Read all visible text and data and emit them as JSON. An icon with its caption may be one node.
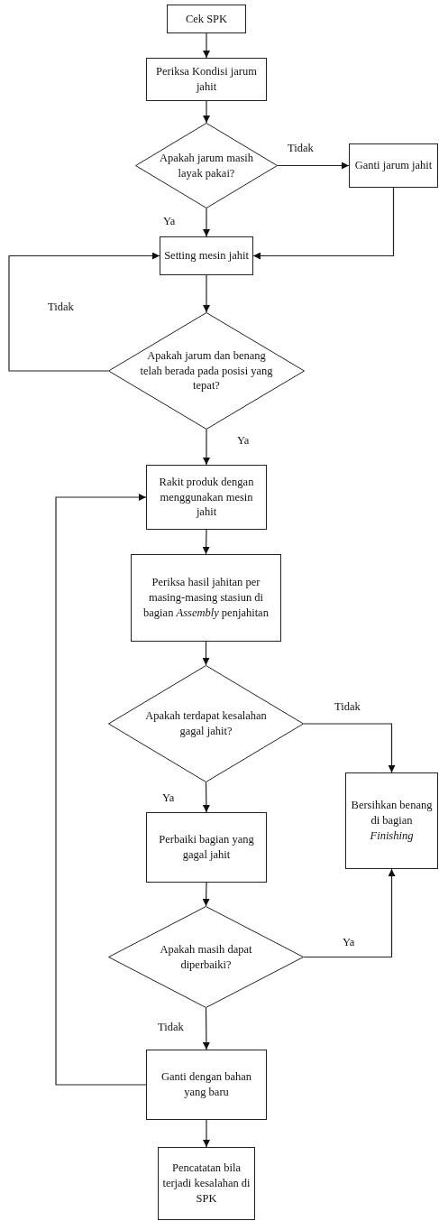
{
  "diagram": {
    "nodes": [
      {
        "text": [
          "Cek SPK"
        ]
      },
      {
        "text": [
          "Periksa Kondisi jarum jahit"
        ]
      },
      {
        "text": [
          "Apakah jarum masih layak pakai?"
        ]
      },
      {
        "text": [
          "Ganti jarum jahit"
        ]
      },
      {
        "text": [
          "Setting mesin jahit"
        ]
      },
      {
        "text": [
          "Apakah jarum dan benang telah berada pada posisi yang tepat?"
        ]
      },
      {
        "text": [
          "Rakit produk dengan menggunakan mesin jahit"
        ]
      },
      {
        "text": [
          "Periksa hasil jahitan per masing-masing stasiun di bagian *Assembly* penjahitan"
        ]
      },
      {
        "text": [
          "Apakah terdapat kesalahan gagal jahit?"
        ]
      },
      {
        "text": [
          "Bersihkan benang di bagian *Finishing*"
        ]
      },
      {
        "text": [
          "Perbaiki bagian yang gagal jahit"
        ]
      },
      {
        "text": [
          "Apakah masih dapat diperbaiki?"
        ]
      },
      {
        "text": [
          "Ganti dengan bahan yang baru"
        ]
      },
      {
        "text": [
          "Pencatatan bila terjadi kesalahan di SPK"
        ]
      }
    ],
    "edges": [
      {
        "from": 0,
        "to": 1,
        "arrow": "to"
      },
      {
        "from": 1,
        "to": 2,
        "arrow": "to"
      },
      {
        "from": 2,
        "to": 3,
        "arrow": "to",
        "label": "Tidak"
      },
      {
        "from": 2,
        "to": 4,
        "arrow": "to",
        "label": "Ya"
      },
      {
        "from": 3,
        "to": 4,
        "arrow": "to"
      },
      {
        "from": 4,
        "to": 5,
        "arrow": "to"
      },
      {
        "from": 5,
        "to": 4,
        "arrow": "to",
        "label": "Tidak"
      },
      {
        "from": 5,
        "to": 6,
        "arrow": "to",
        "label": "Ya"
      },
      {
        "from": 6,
        "to": 7,
        "arrow": "to"
      },
      {
        "from": 7,
        "to": 8,
        "arrow": "to"
      },
      {
        "from": 8,
        "to": 9,
        "arrow": "to",
        "label": "Tidak"
      },
      {
        "from": 8,
        "to": 10,
        "arrow": "to",
        "label": "Ya"
      },
      {
        "from": 10,
        "to": 11,
        "arrow": "to"
      },
      {
        "from": 11,
        "to": 9,
        "arrow": "to",
        "label": "Ya"
      },
      {
        "from": 11,
        "to": 12,
        "arrow": "to",
        "label": "Tidak"
      },
      {
        "from": 12,
        "to": 6,
        "arrow": "to"
      },
      {
        "from": 12,
        "to": 13,
        "arrow": "to"
      }
    ]
  }
}
